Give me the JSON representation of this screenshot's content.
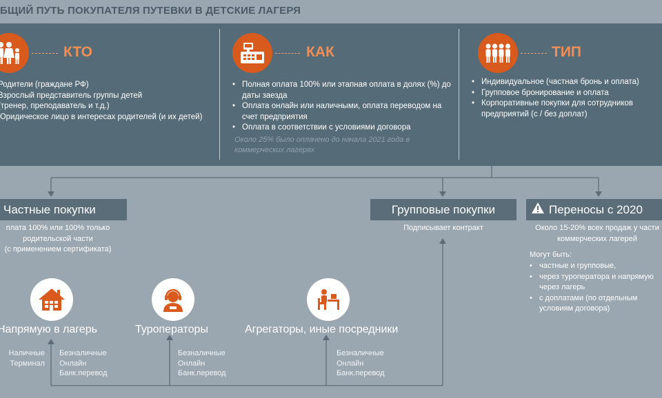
{
  "title": "БЩИЙ ПУТЬ ПОКУПАТЕЛЯ ПУТЕВКИ В ДЕТСКИЕ ЛАГЕРЯ",
  "colors": {
    "accent": "#d95a1d",
    "header_accent": "#f08e55",
    "band": "#556b78",
    "background": "#9ba7b0"
  },
  "who": {
    "icon": "family-icon",
    "header": "КТО",
    "items": [
      "Родители (граждане РФ)",
      "Взрослый представитель группы детей",
      "(тренер, преподаватель и т.д.)",
      "Юридическое лицо в интересах родителей (и их детей)"
    ]
  },
  "how": {
    "icon": "cash-register-icon",
    "header": "КАК",
    "items": [
      "Полная оплата 100% или этапная оплата  в долях (%) до даты заезда",
      "Оплата онлайн или наличными, оплата переводом на счет предприятия",
      "Оплата в соответствии с условиями договора"
    ],
    "note": "Около 25% было оплачено до начала 2021 года в коммерческих лагерях"
  },
  "type": {
    "icon": "group-icon",
    "header": "ТИП",
    "items": [
      "Индивидуальное (частная бронь и оплата)",
      "Групповое бронирование и оплата",
      "Корпоративные покупки для сотрудников предприятий (с / без доплат)"
    ]
  },
  "private": {
    "label": "Частные покупки",
    "desc": [
      "плата 100% или 100% только",
      "родительской части",
      "(с применением сертификата)"
    ]
  },
  "group": {
    "label": "Групповые покупки",
    "desc": "Подписывает контракт"
  },
  "transfers": {
    "icon": "warning-icon",
    "label": "Переносы с 2020",
    "desc": "Около 15-20% всех продаж у части коммерческих лагерей",
    "subtitle": "Могут быть:",
    "items": [
      "частные и групповые,",
      "через туроператора и напрямую через лагерь",
      "с доплатами (по отдельным условиям договора)"
    ]
  },
  "channels": [
    {
      "icon": "house-icon",
      "label": "Напрямую в лагерь",
      "payments_left": [
        "Наличные",
        "Терминал"
      ],
      "payments_right": [
        "Безналичные",
        "Онлайн",
        "Банк.перевод"
      ]
    },
    {
      "icon": "operator-headset-icon",
      "label": "Туроператоры",
      "payments_right": [
        "Безналичные",
        "Онлайн",
        "Банк.перевод"
      ]
    },
    {
      "icon": "desk-worker-icon",
      "label": "Агрегаторы, иные посредники",
      "payments_right": [
        "Безналичные",
        "Онлайн",
        "Банк.перевод"
      ]
    }
  ]
}
